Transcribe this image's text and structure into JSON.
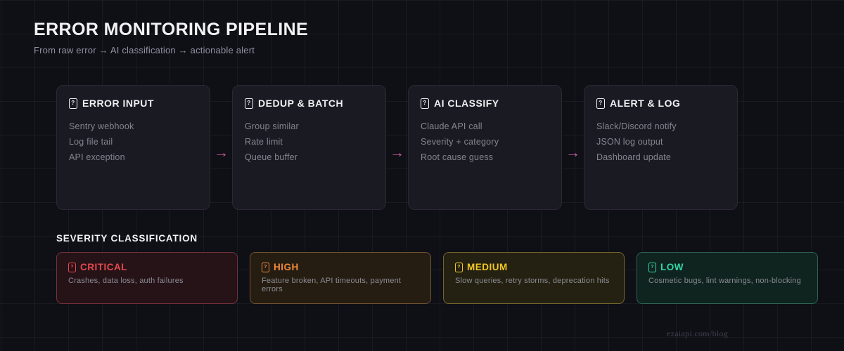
{
  "page": {
    "title": "ERROR MONITORING PIPELINE",
    "subtitle": "From raw error → AI classification → actionable alert",
    "watermark": "ezaiapi.com/blog"
  },
  "pipeline": {
    "arrow_glyph": "→",
    "arrow_color": "#c75b9b",
    "stages": [
      {
        "icon": "missing-glyph",
        "title": "ERROR INPUT",
        "items": [
          "Sentry webhook",
          "Log file tail",
          "API exception"
        ]
      },
      {
        "icon": "missing-glyph",
        "title": "DEDUP & BATCH",
        "items": [
          "Group similar",
          "Rate limit",
          "Queue buffer"
        ]
      },
      {
        "icon": "missing-glyph",
        "title": "AI CLASSIFY",
        "items": [
          "Claude API call",
          "Severity + category",
          "Root cause guess"
        ]
      },
      {
        "icon": "missing-glyph",
        "title": "ALERT & LOG",
        "items": [
          "Slack/Discord notify",
          "JSON log output",
          "Dashboard update"
        ]
      }
    ]
  },
  "severity": {
    "heading": "SEVERITY CLASSIFICATION",
    "levels": [
      {
        "name": "CRITICAL",
        "description": "Crashes, data loss, auth failures",
        "color": "#e5484d",
        "bg": "#261318",
        "border": "#73323a"
      },
      {
        "name": "HIGH",
        "description": "Feature broken, API timeouts, payment errors",
        "color": "#f08a3c",
        "bg": "#261d12",
        "border": "#6f5330"
      },
      {
        "name": "MEDIUM",
        "description": "Slow queries, retry storms, deprecation hits",
        "color": "#f2c724",
        "bg": "#252112",
        "border": "#73672e"
      },
      {
        "name": "LOW",
        "description": "Cosmetic bugs, lint warnings, non-blocking",
        "color": "#33d6a6",
        "bg": "#0f241e",
        "border": "#2e6354"
      }
    ]
  }
}
